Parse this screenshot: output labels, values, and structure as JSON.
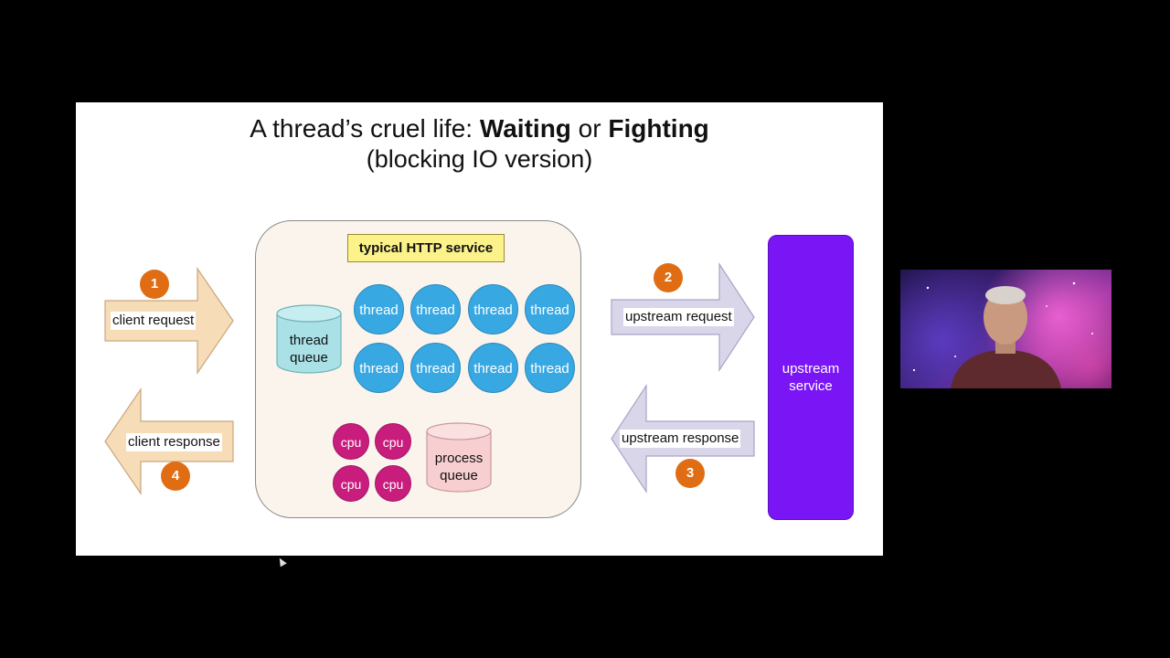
{
  "slide": {
    "title_prefix": "A thread’s cruel life: ",
    "title_bold1": "Waiting",
    "title_mid": " or ",
    "title_bold2": "Fighting",
    "subtitle": "(blocking IO version)"
  },
  "service": {
    "label": "typical HTTP service",
    "thread_label": "thread",
    "thread_queue_line1": "thread",
    "thread_queue_line2": "queue",
    "cpu_label": "cpu",
    "process_queue_line1": "process",
    "process_queue_line2": "queue"
  },
  "arrows": {
    "client_request": "client request",
    "client_response": "client response",
    "upstream_request": "upstream request",
    "upstream_response": "upstream response"
  },
  "badges": {
    "b1": "1",
    "b2": "2",
    "b3": "3",
    "b4": "4"
  },
  "upstream": {
    "line1": "upstream",
    "line2": "service"
  },
  "colors": {
    "thread": "#38a8e3",
    "cpu": "#c91d7e",
    "badge": "#e06d14",
    "client_arrow": "#f7dcb8",
    "upstream_arrow": "#dad6ea",
    "upstream_box": "#7a16f5",
    "label_highlight": "#fcf28a"
  }
}
